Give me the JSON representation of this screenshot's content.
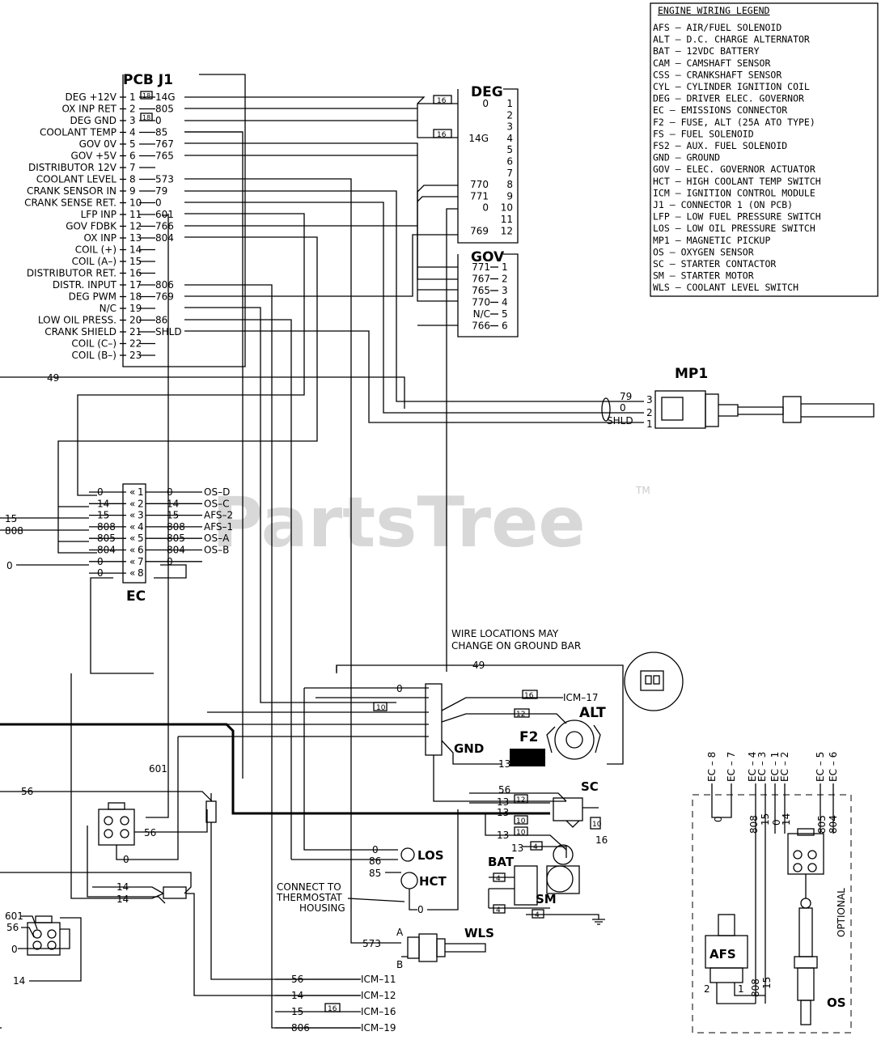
{
  "watermark": {
    "text": "PartsTree",
    "tm": "TM"
  },
  "legend": {
    "title": "ENGINE WIRING LEGEND",
    "items": [
      "AFS – AIR/FUEL SOLENOID",
      "ALT – D.C. CHARGE ALTERNATOR",
      "BAT – 12VDC BATTERY",
      "CAM – CAMSHAFT SENSOR",
      "CSS – CRANKSHAFT SENSOR",
      "CYL – CYLINDER IGNITION COIL",
      "DEG – DRIVER ELEC. GOVERNOR",
      "EC – EMISSIONS CONNECTOR",
      "F2 – FUSE, ALT (25A ATO TYPE)",
      "FS – FUEL SOLENOID",
      "FS2 – AUX. FUEL SOLENOID",
      "GND – GROUND",
      "GOV – ELEC. GOVERNOR ACTUATOR",
      "HCT – HIGH COOLANT TEMP SWITCH",
      "ICM – IGNITION CONTROL MODULE",
      "J1 – CONNECTOR 1 (ON PCB)",
      "LFP – LOW FUEL PRESSURE SWITCH",
      "LOS – LOW OIL PRESSURE SWITCH",
      "MP1 – MAGNETIC PICKUP",
      "OS – OXYGEN SENSOR",
      "SC – STARTER CONTACTOR",
      "SM – STARTER MOTOR",
      "WLS – COOLANT LEVEL SWITCH"
    ]
  },
  "pcb": {
    "title": "PCB J1",
    "pins": [
      {
        "label": "DEG +12V",
        "pin": "1",
        "wire": "14G"
      },
      {
        "label": "OX INP RET",
        "pin": "2",
        "wire": "805"
      },
      {
        "label": "DEG GND",
        "pin": "3",
        "wire": "0"
      },
      {
        "label": "COOLANT TEMP",
        "pin": "4",
        "wire": "85"
      },
      {
        "label": "GOV 0V",
        "pin": "5",
        "wire": "767"
      },
      {
        "label": "GOV +5V",
        "pin": "6",
        "wire": "765"
      },
      {
        "label": "DISTRIBUTOR 12V",
        "pin": "7",
        "wire": ""
      },
      {
        "label": "COOLANT LEVEL",
        "pin": "8",
        "wire": "573"
      },
      {
        "label": "CRANK SENSOR IN",
        "pin": "9",
        "wire": "79"
      },
      {
        "label": "CRANK SENSE RET.",
        "pin": "10",
        "wire": "0"
      },
      {
        "label": "LFP INP",
        "pin": "11",
        "wire": "601"
      },
      {
        "label": "GOV FDBK",
        "pin": "12",
        "wire": "766"
      },
      {
        "label": "OX INP",
        "pin": "13",
        "wire": "804"
      },
      {
        "label": "COIL (+)",
        "pin": "14",
        "wire": ""
      },
      {
        "label": "COIL (A–)",
        "pin": "15",
        "wire": ""
      },
      {
        "label": "DISTRIBUTOR RET.",
        "pin": "16",
        "wire": ""
      },
      {
        "label": "DISTR. INPUT",
        "pin": "17",
        "wire": "806"
      },
      {
        "label": "DEG PWM",
        "pin": "18",
        "wire": "769"
      },
      {
        "label": "N/C",
        "pin": "19",
        "wire": ""
      },
      {
        "label": "LOW OIL PRESS.",
        "pin": "20",
        "wire": "86"
      },
      {
        "label": "CRANK SHIELD",
        "pin": "21",
        "wire": "SHLD"
      },
      {
        "label": "COIL (C–)",
        "pin": "22",
        "wire": ""
      },
      {
        "label": "COIL (B–)",
        "pin": "23",
        "wire": ""
      }
    ],
    "tag18": "18",
    "tag18b": "18"
  },
  "deg": {
    "title": "DEG",
    "pins": [
      {
        "wire": "0",
        "pin": "1"
      },
      {
        "wire": "",
        "pin": "2"
      },
      {
        "wire": "",
        "pin": "3"
      },
      {
        "wire": "14G",
        "pin": "4"
      },
      {
        "wire": "",
        "pin": "5"
      },
      {
        "wire": "",
        "pin": "6"
      },
      {
        "wire": "",
        "pin": "7"
      },
      {
        "wire": "770",
        "pin": "8"
      },
      {
        "wire": "771",
        "pin": "9"
      },
      {
        "wire": "0",
        "pin": "10"
      },
      {
        "wire": "",
        "pin": "11"
      },
      {
        "wire": "769",
        "pin": "12"
      }
    ],
    "tag1": "16",
    "tag2": "16"
  },
  "gov": {
    "title": "GOV",
    "pins": [
      {
        "wire": "771",
        "pin": "1"
      },
      {
        "wire": "767",
        "pin": "2"
      },
      {
        "wire": "765",
        "pin": "3"
      },
      {
        "wire": "770",
        "pin": "4"
      },
      {
        "wire": "N/C",
        "pin": "5"
      },
      {
        "wire": "766",
        "pin": "6"
      }
    ]
  },
  "mp1": {
    "title": "MP1",
    "w1": "79",
    "w2": "0",
    "w3": "SHLD",
    "p3": "3",
    "p2": "2",
    "p1": "1"
  },
  "ec": {
    "title": "EC",
    "rows": [
      {
        "left": "0",
        "pin": "1",
        "right": "0",
        "dest": "OS–D"
      },
      {
        "left": "14",
        "pin": "2",
        "right": "14",
        "dest": "OS–C"
      },
      {
        "left": "15",
        "pin": "3",
        "right": "15",
        "dest": "AFS–2"
      },
      {
        "left": "808",
        "pin": "4",
        "right": "808",
        "dest": "AFS–1"
      },
      {
        "left": "805",
        "pin": "5",
        "right": "805",
        "dest": "OS–A"
      },
      {
        "left": "804",
        "pin": "6",
        "right": "804",
        "dest": "OS–B"
      },
      {
        "left": "0",
        "pin": "7",
        "right": "0",
        "dest": ""
      },
      {
        "left": "0",
        "pin": "8",
        "right": "",
        "dest": ""
      }
    ],
    "ext15": "15",
    "ext808": "808",
    "ext0": "0"
  },
  "wire49": "49",
  "wire49b": "49",
  "note_ground": [
    "WIRE LOCATIONS MAY",
    "CHANGE ON GROUND BAR"
  ],
  "gnd": {
    "title": "GND",
    "tag10": "10",
    "w0": "0",
    "icm17": "ICM–17",
    "tag16": "16",
    "tag12": "12"
  },
  "alt": {
    "title": "ALT"
  },
  "f2": {
    "title": "F2",
    "w13": "13"
  },
  "sc": {
    "title": "SC",
    "w56": "56",
    "w13a": "13",
    "w13b": "13",
    "w13c": "13",
    "tag12": "12",
    "tag10": "10",
    "tag10b": "10",
    "tag10c": "10",
    "w16": "16"
  },
  "bat": {
    "title": "BAT",
    "w13": "13",
    "tag4a": "4",
    "tag4b": "4",
    "tag4c": "4",
    "tag4d": "4"
  },
  "sm": {
    "title": "SM"
  },
  "los": {
    "title": "LOS",
    "w0": "0",
    "w86": "86"
  },
  "hct": {
    "title": "HCT",
    "w85": "85",
    "w0": "0"
  },
  "note_thermo": [
    "CONNECT TO",
    "THERMOSTAT",
    "HOUSING"
  ],
  "wls": {
    "title": "WLS",
    "w573": "573",
    "a": "A",
    "b": "B"
  },
  "icm": [
    {
      "wire": "56",
      "dest": "ICM–11"
    },
    {
      "wire": "14",
      "dest": "ICM–12"
    },
    {
      "wire": "15",
      "dest": "ICM–16",
      "tag": "16"
    },
    {
      "wire": "806",
      "dest": "ICM–19"
    }
  ],
  "lfp": {
    "w601": "601",
    "w56": "56",
    "w0": "0"
  },
  "left_wires": {
    "w56": "56",
    "w14a": "14",
    "w14b": "14",
    "w601": "601",
    "w56b": "56",
    "w0": "0",
    "w14": "14"
  },
  "optional": {
    "label": "OPTIONAL",
    "ec_tags": [
      "EC – 8",
      "EC – 7",
      "EC – 4",
      "EC – 3",
      "EC – 1",
      "EC – 2",
      "EC – 5",
      "EC – 6"
    ],
    "wires": [
      "0",
      "808",
      "15",
      "0",
      "14",
      "805",
      "804"
    ],
    "afs": "AFS",
    "os": "OS",
    "p2": "2",
    "p1": "1",
    "w808": "808",
    "w15": "15"
  }
}
